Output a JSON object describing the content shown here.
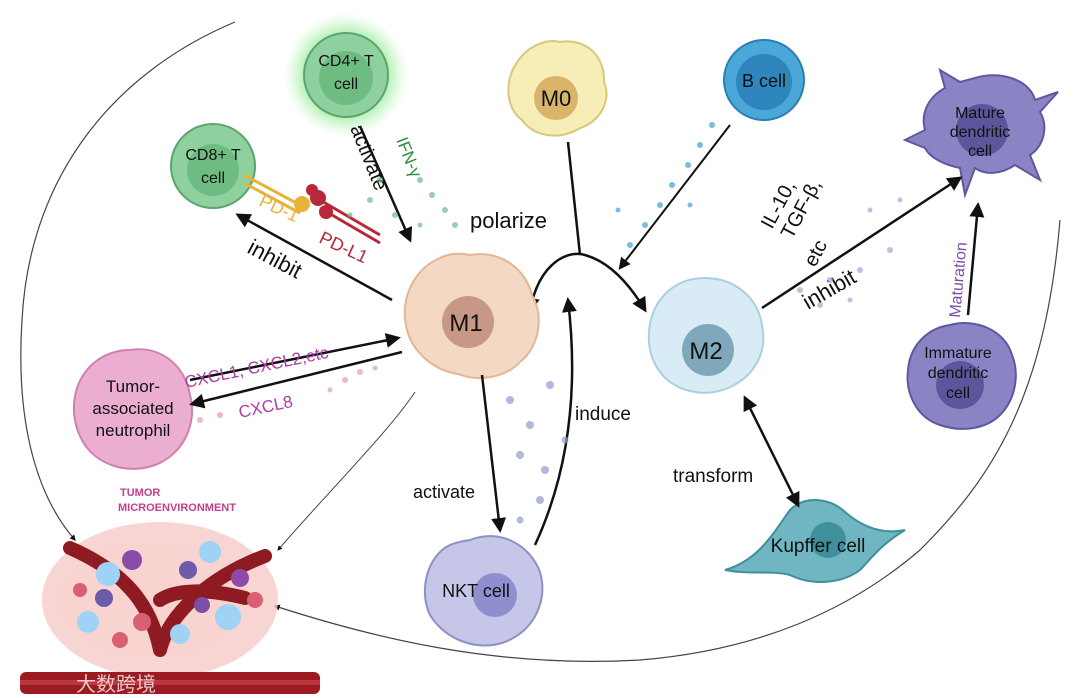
{
  "cells": {
    "cd4": "CD4+ T",
    "cd4_2": "cell",
    "cd8": "CD8+ T",
    "cd8_2": "cell",
    "m0": "M0",
    "m1": "M1",
    "m2": "M2",
    "b_cell": "B cell",
    "mature_dc_1": "Mature",
    "mature_dc_2": "dendritic",
    "mature_dc_3": "cell",
    "immature_dc_1": "Immature",
    "immature_dc_2": "dendritic",
    "immature_dc_3": "cell",
    "tan_1": "Tumor-",
    "tan_2": "associated",
    "tan_3": "neutrophil",
    "nkt": "NKT cell",
    "kupffer": "Kupffer cell"
  },
  "labels": {
    "tumor_1": "TUMOR",
    "tumor_2": "MICROENVIRONMENT",
    "pd1": "PD-1",
    "pdl1": "PD-L1",
    "ifn": "IFN-γ",
    "activate_top": "activate",
    "polarize": "polarize",
    "inhibit_left": "inhibit",
    "cxcl_top": "CXCL1, CXCL2,etc",
    "cxcl_bottom": "CXCL8",
    "activate_bottom": "activate",
    "induce": "induce",
    "transform": "transform",
    "il10_1": "IL-10,",
    "il10_2": "TGF-β,",
    "il10_3": "etc",
    "inhibit_right": "inhibit",
    "maturation": "Maturation",
    "watermark": "大数跨境"
  },
  "colors": {
    "m0_fill": "#f7edb6",
    "m1_fill": "#f3d8c3",
    "m2_fill": "#d9ecf5",
    "t_cell_fill": "#8fd19e",
    "dendritic_fill": "#8b84c4",
    "neutrophil_fill": "#ecaed0",
    "nkt_fill": "#c5c6e8",
    "kupffer_fill": "#6fb6c2",
    "pd1_color": "#e8b33a",
    "pdl1_color": "#b8283a",
    "ifn_color": "#2e8b3a",
    "cxcl_color": "#b03aa6",
    "maturation_color": "#7b4fa6"
  }
}
